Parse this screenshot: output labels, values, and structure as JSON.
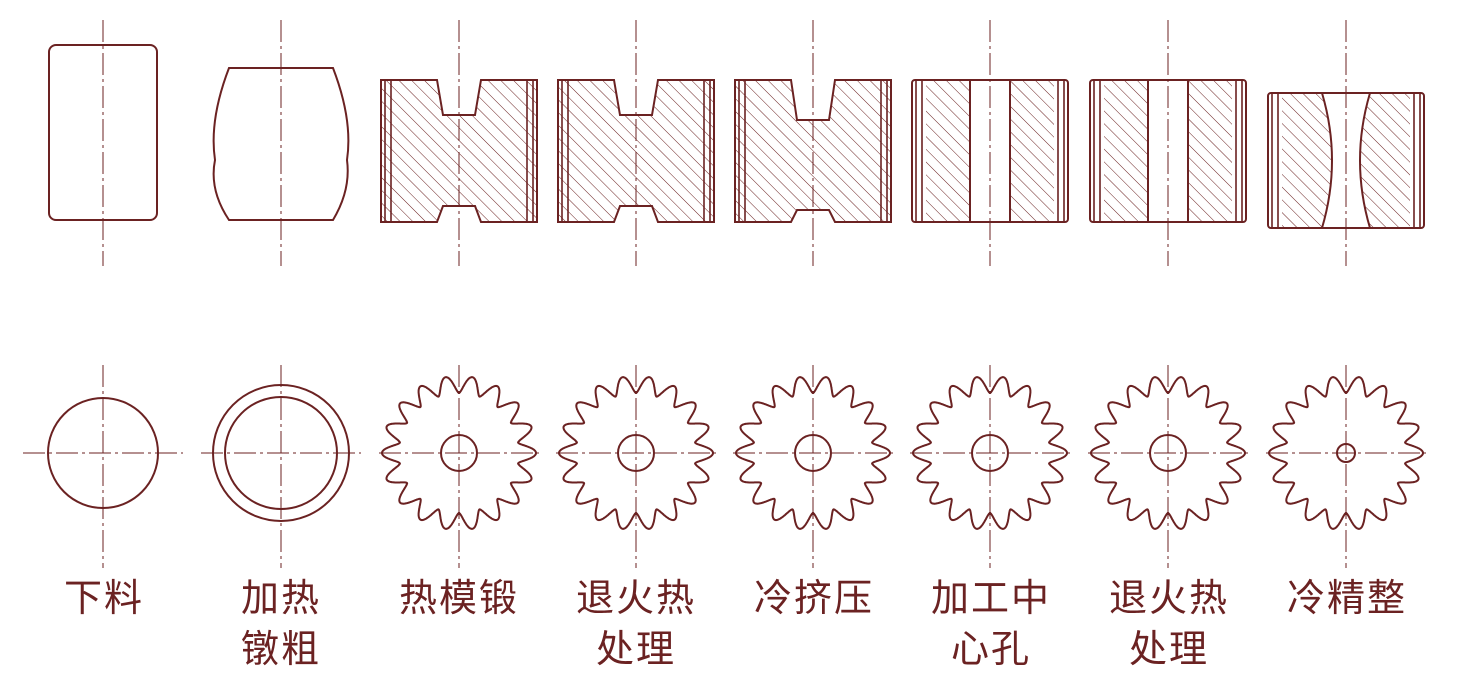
{
  "colors": {
    "line": "#6b2222",
    "hatch": "#6b2222",
    "background": "#ffffff"
  },
  "steps": [
    {
      "id": "xialiao",
      "label_lines": [
        "下料"
      ],
      "side": "plain-rect",
      "front": "circle"
    },
    {
      "id": "duncu",
      "label_lines": [
        "加热",
        "镦粗"
      ],
      "side": "barrel",
      "front": "double-circle"
    },
    {
      "id": "moduan",
      "label_lines": [
        "热模锻"
      ],
      "side": "forged-notched",
      "front": "gear-with-hole"
    },
    {
      "id": "tuihuo1",
      "label_lines": [
        "退火热",
        "处理"
      ],
      "side": "forged-notched",
      "front": "gear-with-hole"
    },
    {
      "id": "jiya",
      "label_lines": [
        "冷挤压"
      ],
      "side": "extruded",
      "front": "gear-with-hole"
    },
    {
      "id": "zhongxin",
      "label_lines": [
        "加工中",
        "心孔"
      ],
      "side": "bored",
      "front": "gear-with-hole"
    },
    {
      "id": "tuihuo2",
      "label_lines": [
        "退火热",
        "处理"
      ],
      "side": "bored",
      "front": "gear-with-hole"
    },
    {
      "id": "jingzheng",
      "label_lines": [
        "冷精整"
      ],
      "side": "concave-bore",
      "front": "gear-small-hole"
    }
  ]
}
